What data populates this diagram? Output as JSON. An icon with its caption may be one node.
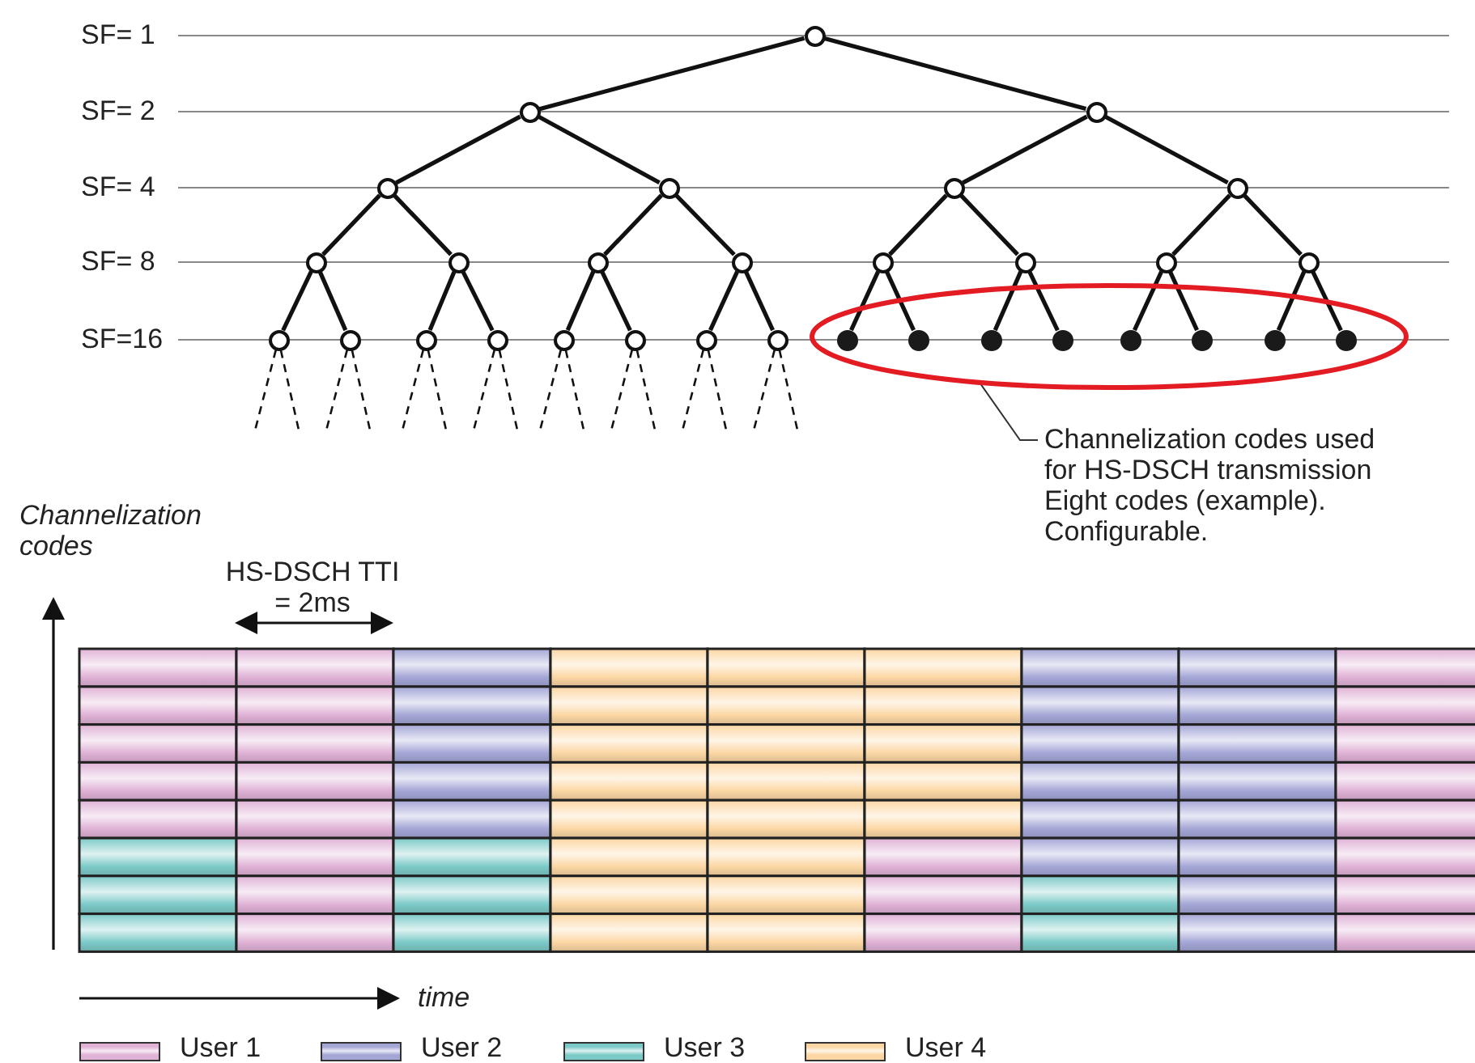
{
  "diagram": {
    "nodes": [
      {
        "text": [],
        "shape": "circle"
      },
      {
        "text": [],
        "shape": "circle"
      },
      {
        "text": [],
        "shape": "circle"
      },
      {
        "text": [],
        "shape": "circle"
      },
      {
        "text": [],
        "shape": "circle"
      },
      {
        "text": [],
        "shape": "circle"
      },
      {
        "text": [],
        "shape": "circle"
      },
      {
        "text": [],
        "shape": "circle"
      },
      {
        "text": [],
        "shape": "circle"
      },
      {
        "text": [],
        "shape": "circle"
      },
      {
        "text": [],
        "shape": "circle"
      },
      {
        "text": [],
        "shape": "circle"
      },
      {
        "text": [],
        "shape": "circle"
      },
      {
        "text": [],
        "shape": "circle"
      },
      {
        "text": [],
        "shape": "circle"
      },
      {
        "text": [],
        "shape": "circle"
      },
      {
        "text": [],
        "shape": "circle"
      },
      {
        "text": [],
        "shape": "circle"
      },
      {
        "text": [],
        "shape": "circle"
      },
      {
        "text": [],
        "shape": "circle"
      },
      {
        "text": [],
        "shape": "circle"
      },
      {
        "text": [],
        "shape": "circle"
      },
      {
        "text": [],
        "shape": "circle"
      },
      {
        "text": [],
        "shape": "ellipse"
      },
      {
        "text": [],
        "shape": "dot",
        "in": 23
      },
      {
        "text": [],
        "shape": "dot",
        "in": 23
      },
      {
        "text": [],
        "shape": "dot",
        "in": 23
      },
      {
        "text": [],
        "shape": "dot",
        "in": 23
      },
      {
        "text": [],
        "shape": "dot",
        "in": 23
      },
      {
        "text": [],
        "shape": "dot",
        "in": 23
      },
      {
        "text": [],
        "shape": "dot",
        "in": 23
      },
      {
        "text": [],
        "shape": "dot",
        "in": 23
      },
      {
        "text": [
          "Channelization codes used for HS-DSCH transmission",
          "Eight codes (example). Configurable."
        ]
      }
    ],
    "edges": [
      {
        "from": 0,
        "to": 1,
        "arrow": "none"
      },
      {
        "from": 0,
        "to": 2,
        "arrow": "none"
      },
      {
        "from": 1,
        "to": 3,
        "arrow": "none"
      },
      {
        "from": 1,
        "to": 4,
        "arrow": "none"
      },
      {
        "from": 2,
        "to": 5,
        "arrow": "none"
      },
      {
        "from": 2,
        "to": 6,
        "arrow": "none"
      },
      {
        "from": 3,
        "to": 7,
        "arrow": "none"
      },
      {
        "from": 3,
        "to": 8,
        "arrow": "none"
      },
      {
        "from": 4,
        "to": 9,
        "arrow": "none"
      },
      {
        "from": 4,
        "to": 10,
        "arrow": "none"
      },
      {
        "from": 5,
        "to": 11,
        "arrow": "none"
      },
      {
        "from": 5,
        "to": 12,
        "arrow": "none"
      },
      {
        "from": 6,
        "to": 13,
        "arrow": "none"
      },
      {
        "from": 6,
        "to": 14,
        "arrow": "none"
      },
      {
        "from": 7,
        "to": 15,
        "arrow": "none"
      },
      {
        "from": 7,
        "to": 16,
        "arrow": "none"
      },
      {
        "from": 8,
        "to": 17,
        "arrow": "none"
      },
      {
        "from": 8,
        "to": 18,
        "arrow": "none"
      },
      {
        "from": 9,
        "to": 19,
        "arrow": "none"
      },
      {
        "from": 9,
        "to": 20,
        "arrow": "none"
      },
      {
        "from": 10,
        "to": 21,
        "arrow": "none"
      },
      {
        "from": 10,
        "to": 22,
        "arrow": "none"
      },
      {
        "from": 11,
        "to": 24,
        "arrow": "none"
      },
      {
        "from": 11,
        "to": 25,
        "arrow": "none"
      },
      {
        "from": 12,
        "to": 26,
        "arrow": "none"
      },
      {
        "from": 12,
        "to": 27,
        "arrow": "none"
      },
      {
        "from": 13,
        "to": 28,
        "arrow": "none"
      },
      {
        "from": 13,
        "to": 29,
        "arrow": "none"
      },
      {
        "from": 14,
        "to": 30,
        "arrow": "none"
      },
      {
        "from": 14,
        "to": 31,
        "arrow": "none"
      },
      {
        "from": 15,
        "to": null,
        "arrow": "none",
        "style": "dashed"
      },
      {
        "from": 15,
        "to": null,
        "arrow": "none",
        "style": "dashed"
      },
      {
        "from": 16,
        "to": null,
        "arrow": "none",
        "style": "dashed"
      },
      {
        "from": 16,
        "to": null,
        "arrow": "none",
        "style": "dashed"
      },
      {
        "from": 17,
        "to": null,
        "arrow": "none",
        "style": "dashed"
      },
      {
        "from": 17,
        "to": null,
        "arrow": "none",
        "style": "dashed"
      },
      {
        "from": 18,
        "to": null,
        "arrow": "none",
        "style": "dashed"
      },
      {
        "from": 18,
        "to": null,
        "arrow": "none",
        "style": "dashed"
      },
      {
        "from": 19,
        "to": null,
        "arrow": "none",
        "style": "dashed"
      },
      {
        "from": 19,
        "to": null,
        "arrow": "none",
        "style": "dashed"
      },
      {
        "from": 20,
        "to": null,
        "arrow": "none",
        "style": "dashed"
      },
      {
        "from": 20,
        "to": null,
        "arrow": "none",
        "style": "dashed"
      },
      {
        "from": 21,
        "to": null,
        "arrow": "none",
        "style": "dashed"
      },
      {
        "from": 21,
        "to": null,
        "arrow": "none",
        "style": "dashed"
      },
      {
        "from": 22,
        "to": null,
        "arrow": "none",
        "style": "dashed"
      },
      {
        "from": 22,
        "to": null,
        "arrow": "none",
        "style": "dashed"
      },
      {
        "from": 32,
        "to": 23,
        "arrow": "none"
      }
    ],
    "labels": [
      "SF= 1",
      "SF= 2",
      "SF= 4",
      "SF= 8",
      "SF=16",
      "Channelization codes",
      "HS-DSCH TTI = 2ms",
      "time"
    ],
    "legend": [
      {
        "text": "User 1",
        "color": "#e0b2d6"
      },
      {
        "text": "User 2",
        "color": "#a4a6d6"
      },
      {
        "text": "User 3",
        "color": "#7ccac8"
      },
      {
        "text": "User 4",
        "color": "#fcd7a4"
      }
    ]
  }
}
